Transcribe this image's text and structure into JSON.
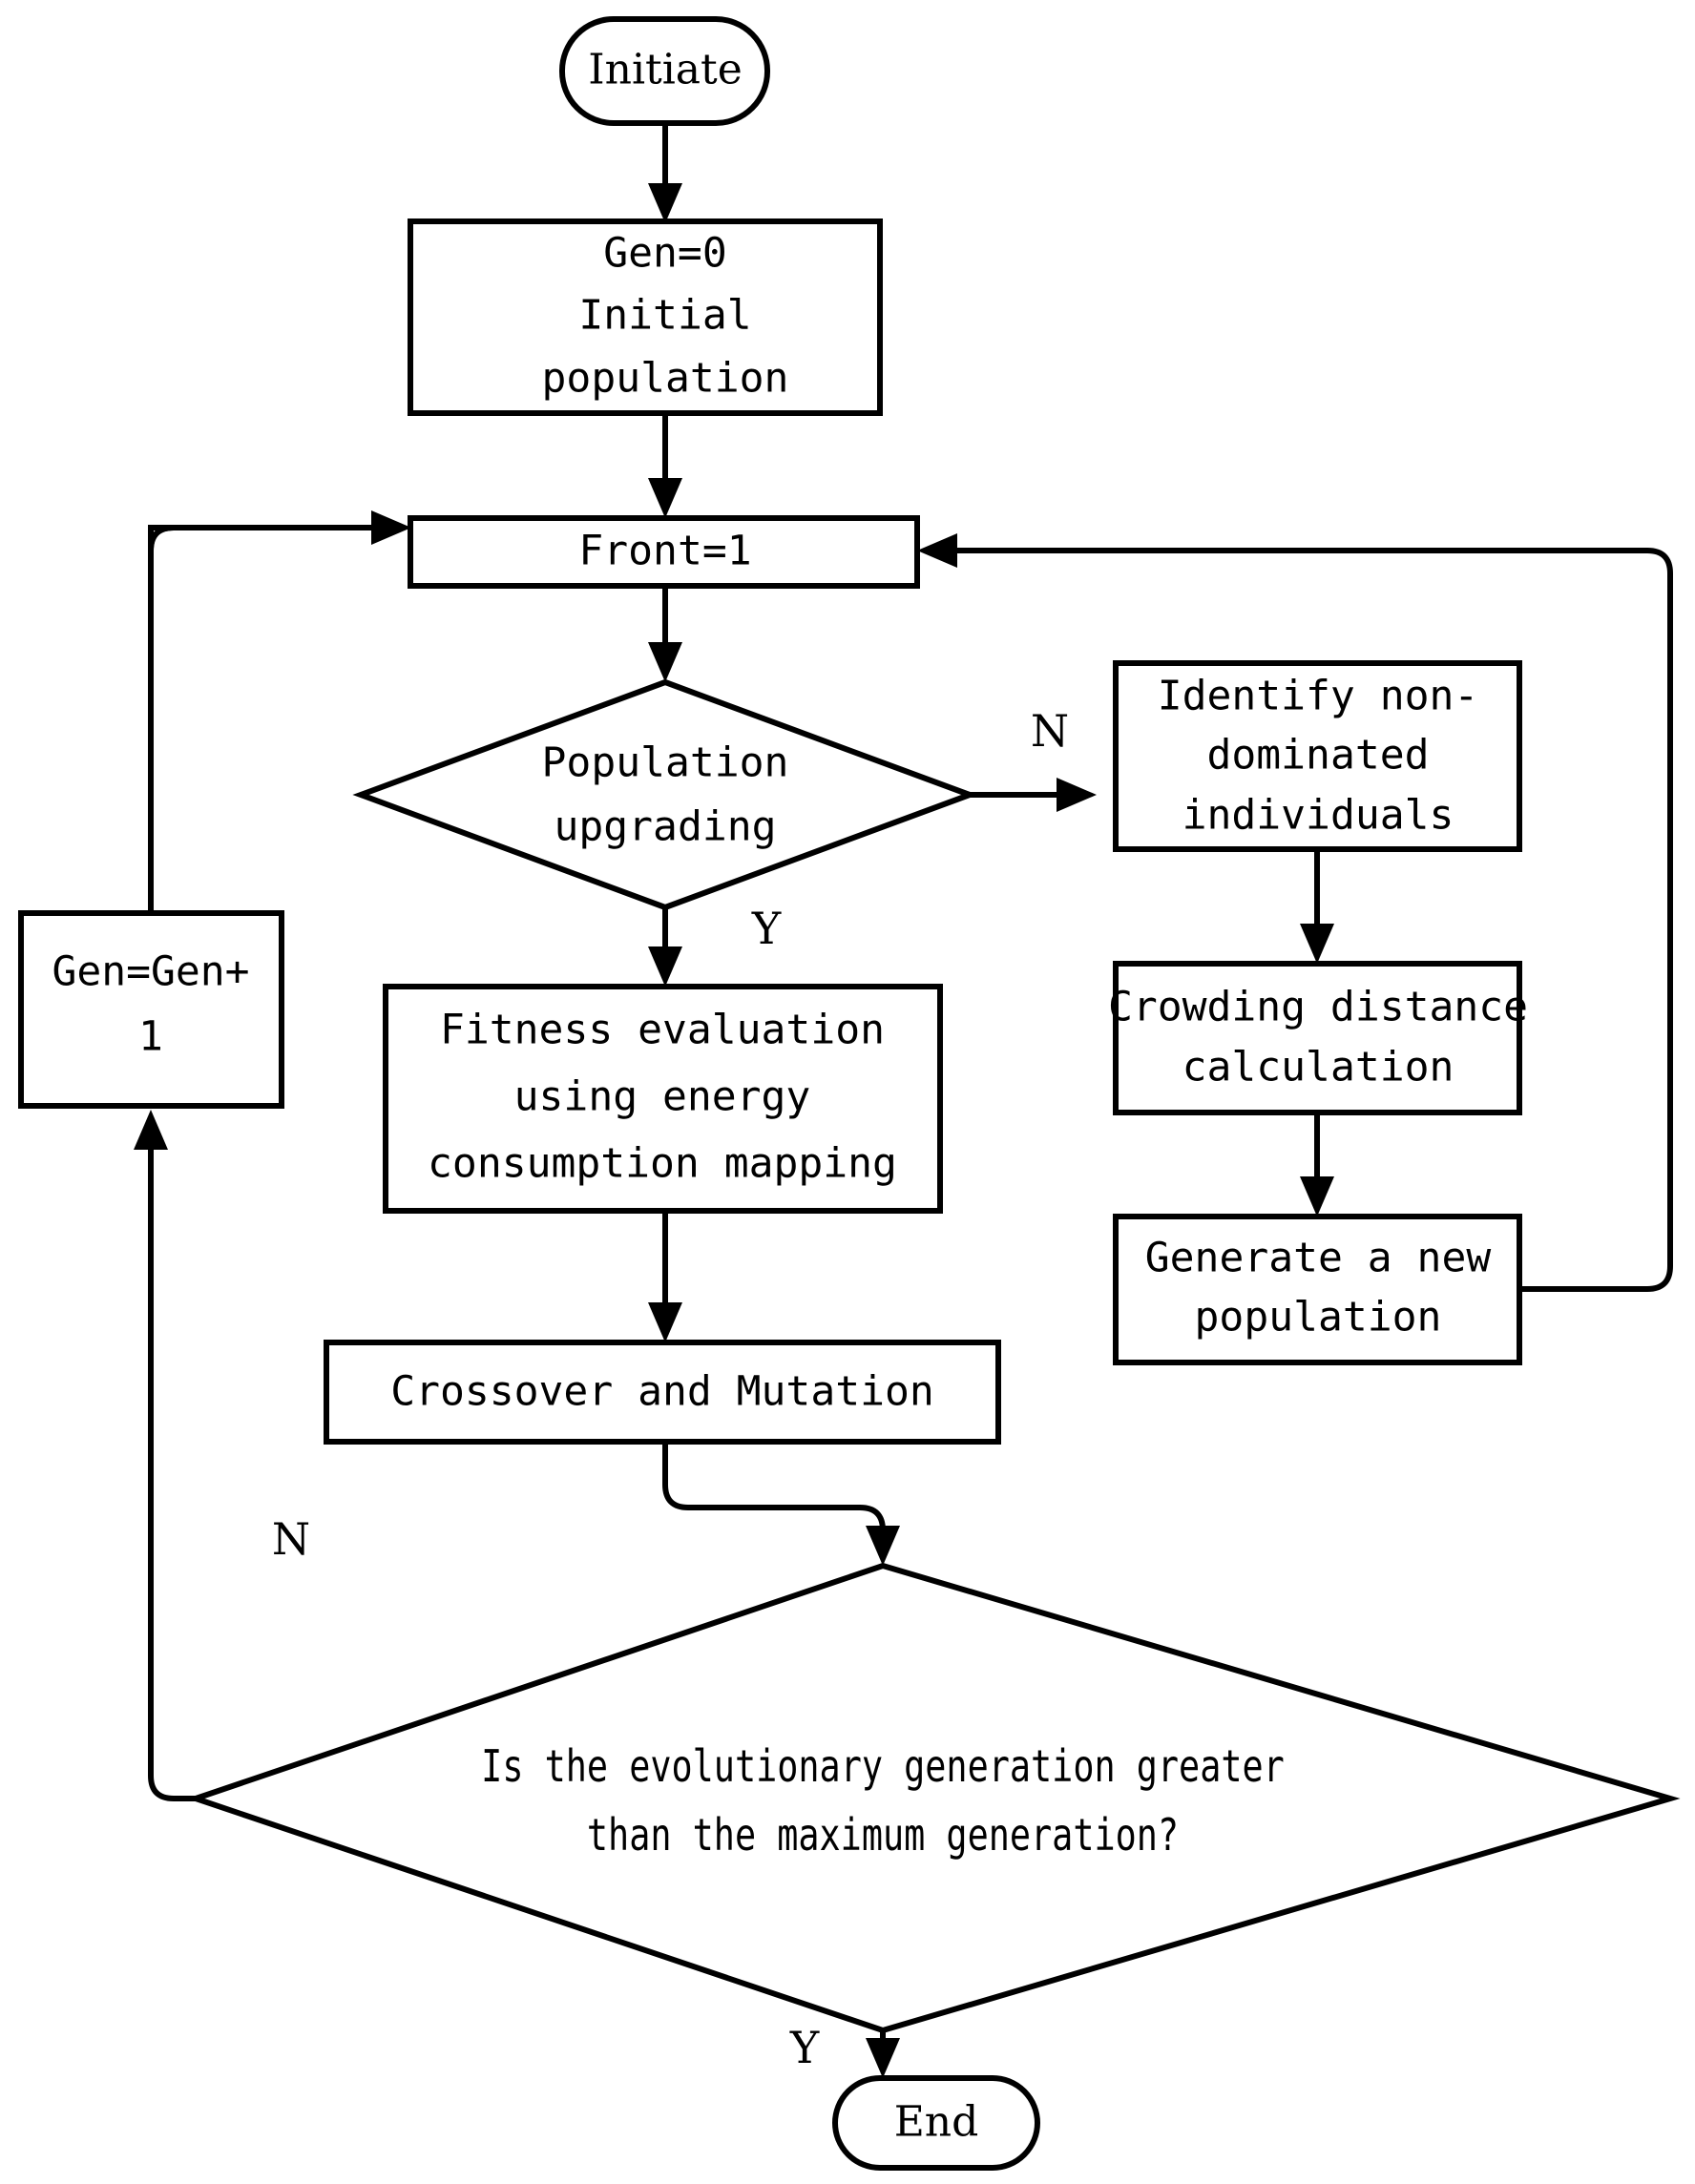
{
  "diagram": {
    "title": "NSGA-II evolutionary algorithm flowchart",
    "type": "flowchart",
    "background_color": "#ffffff",
    "line_color": "#000000",
    "text_color": "#000000"
  },
  "nodes": {
    "initiate": {
      "label": "Initiate",
      "shape": "terminator"
    },
    "gen_init": {
      "line1": "Gen=0",
      "line2": "Initial",
      "line3": "population",
      "shape": "process"
    },
    "front": {
      "label": "Front=1",
      "shape": "process"
    },
    "population_upgrading": {
      "line1": "Population",
      "line2": "upgrading",
      "shape": "decision"
    },
    "identify_nondominated": {
      "line1": "Identify non-",
      "line2": "dominated",
      "line3": "individuals",
      "shape": "process"
    },
    "crowding_distance": {
      "line1": "Crowding distance",
      "line2": "calculation",
      "shape": "process"
    },
    "generate_population": {
      "line1": "Generate a new",
      "line2": "population",
      "shape": "process"
    },
    "fitness_evaluation": {
      "line1": "Fitness evaluation",
      "line2": "using energy",
      "line3": "consumption mapping",
      "shape": "process"
    },
    "crossover_mutation": {
      "label": "Crossover and Mutation",
      "shape": "process"
    },
    "gen_increment": {
      "line1": "Gen=Gen+",
      "line2": "1",
      "shape": "process"
    },
    "max_generation": {
      "line1": "Is the evolutionary generation greater",
      "line2": "than the maximum generation?",
      "shape": "decision"
    },
    "end": {
      "label": "End",
      "shape": "terminator"
    }
  },
  "edge_labels": {
    "upgrading_no": "N",
    "upgrading_yes": "Y",
    "maxgen_no": "N",
    "maxgen_yes": "Y"
  }
}
